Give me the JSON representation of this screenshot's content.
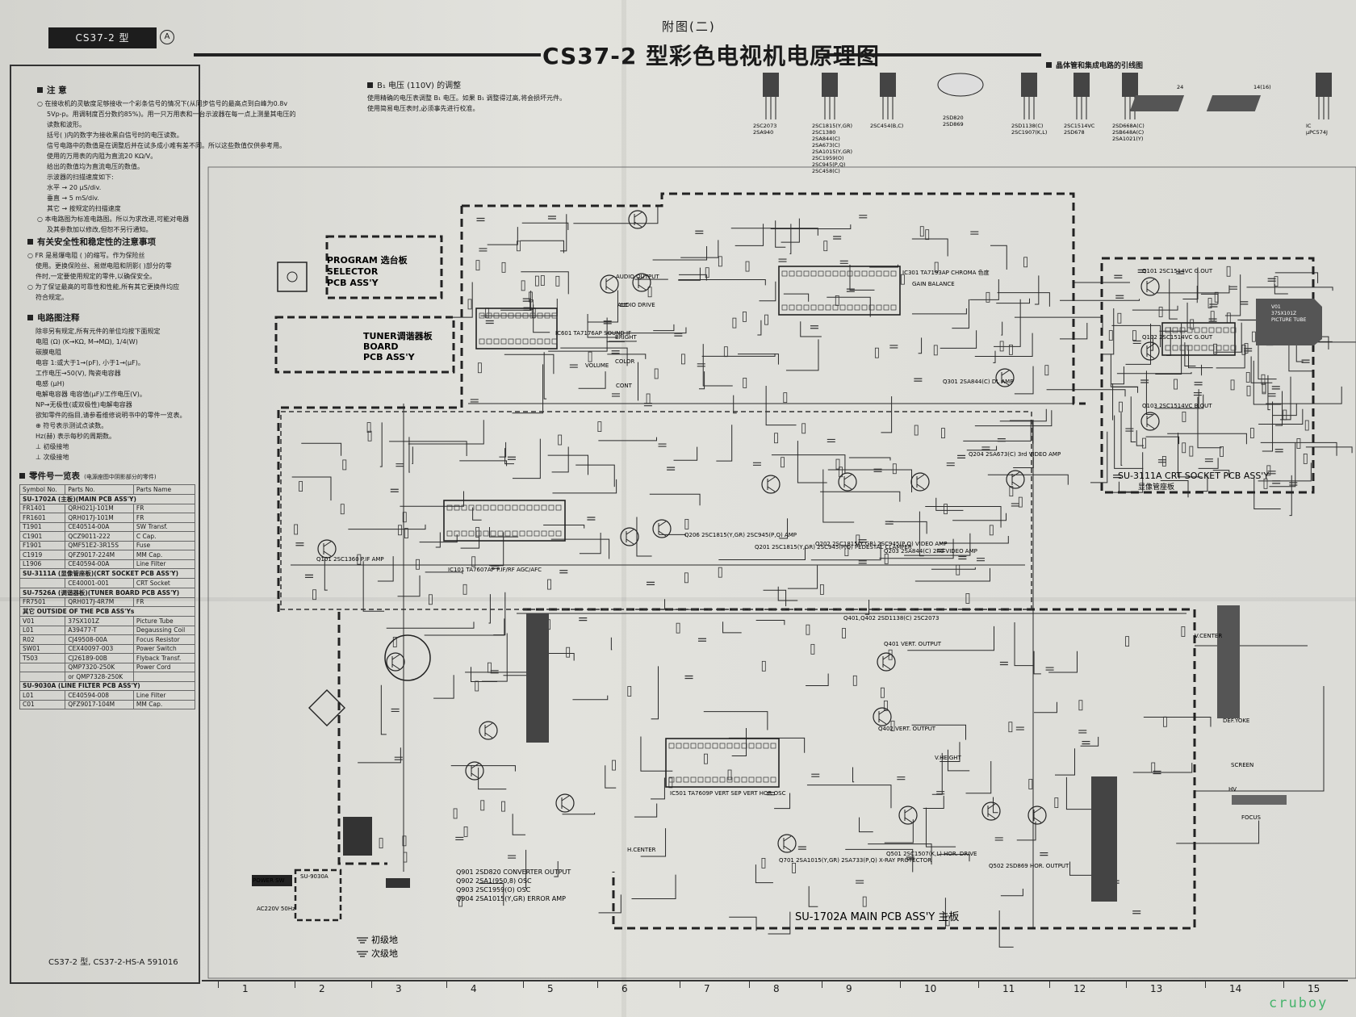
{
  "header": {
    "model_tag": "CS37-2 型",
    "model_mark": "A",
    "attachment": "附图(二)",
    "title": "CS37-2 型彩色电视机电原理图"
  },
  "notes": {
    "notice_title": "注  意",
    "notice_lines": [
      "○ 在接收机的灵敏度足够接收一个彩条信号的情况下(从同步信号的最高点到白峰为0.8v",
      "5Vp-p。用调制度百分数约85%)。用一只万用表和一台示波器在每一点上测量其电压的",
      "读数和波形。",
      "括号(  )内的数字为接收黑白信号时的电压读数。",
      "信号电路中的数值是在调整后并在试多成小难有差不同。所以这些数值仅供参考用。",
      "使用的万用表的内阻为直流20 KΩ/V。",
      "给出的数值均为直流电压的数值。",
      "示波器的扫描速度如下:",
      "水平 → 20 μS/div.",
      "垂直 → 5 mS/div.",
      "其它 → 按规定的扫描速度",
      "○ 本电路图为标准电路图。所以为求改进,可能对电器",
      "及其参数加以修改,但恕不另行通知。"
    ],
    "safety_title": "有关安全性和稳定性的注意事项",
    "safety_lines": [
      "○ FR 是易爆电阻 (    )的缩写。作为保险丝",
      "使用。更换保险丝、易燃电阻和阴影(   )部分的零",
      "件时,一定要使用规定的零件,以确保安全。",
      "○ 为了保证最高的可靠性和性能,所有其它更换件均应",
      "符合规定。"
    ],
    "circuit_title": "电路图注释",
    "circuit_lines": [
      "除非另有规定,所有元件的单位均按下面规定",
      "电阻  (Ω)  (K→KΩ, M→MΩ), 1/4(W)",
      "        碳膜电阻",
      "电容  1:或大于1→(pF), 小于1→(μF)。",
      "        工作电压→50(V), 陶瓷电容器",
      "电感  (μH)",
      "电解电容器  电容值(μF)/工作电压(V)。",
      "        NP→无极性(或双极性)电解电容器",
      "欲知零件的指目,请参看维修说明书中的零件一览表。",
      "⊕ 符号表示测试点读数。",
      "Hz(赫) 表示每秒的周期数。",
      "⊥ 初级接地",
      "⊥ 次级接地"
    ],
    "parts_title": "零件号一览表",
    "parts_subtitle": "(电源座图中阴影部分的零件)"
  },
  "parts_table": {
    "headers": [
      "Symbol No.",
      "Parts No.",
      "Parts Name"
    ],
    "groups": [
      {
        "title": "SU-1702A (主板)(MAIN PCB ASS'Y)",
        "rows": [
          [
            "FR1401",
            "QRH021J-101M",
            "FR"
          ],
          [
            "FR1601",
            "QRH017J-101M",
            "FR"
          ],
          [
            "T1901",
            "CE40514-00A",
            "SW Transf."
          ],
          [
            "C1901",
            "QCZ9011-222",
            "C Cap."
          ],
          [
            "F1901",
            "QMF51E2-3R15S",
            "Fuse"
          ],
          [
            "C1919",
            "QFZ9017-224M",
            "MM Cap."
          ],
          [
            "L1906",
            "CE40594-00A",
            "Line Filter"
          ]
        ]
      },
      {
        "title": "SU-3111A (显像管座板)(CRT SOCKET PCB ASS'Y)",
        "rows": [
          [
            "",
            "CE40001-001",
            "CRT Socket"
          ]
        ]
      },
      {
        "title": "SU-7526A (调谐器板)(TUNER BOARD PCB ASS'Y)",
        "rows": [
          [
            "FR7501",
            "QRH017J-4R7M",
            "FR"
          ]
        ]
      },
      {
        "title": "其它 OUTSIDE OF THE PCB ASS'Ys",
        "rows": [
          [
            "V01",
            "37SX101Z",
            "Picture Tube"
          ],
          [
            "L01",
            "A39477-T",
            "Degaussing Coil"
          ],
          [
            "R02",
            "CJ49508-00A",
            "Focus Resistor"
          ],
          [
            "SW01",
            "CEX40097-003",
            "Power Switch"
          ],
          [
            "T503",
            "CJ26189-00B",
            "Flyback Transf."
          ],
          [
            "",
            "QMP7320-250K",
            "Power Cord"
          ],
          [
            "",
            "or QMP7328-250K",
            ""
          ]
        ]
      },
      {
        "title": "SU-9030A (LINE FILTER PCB ASS'Y)",
        "rows": [
          [
            "L01",
            "CE40594-008",
            "Line Filter"
          ],
          [
            "C01",
            "QFZ9017-104M",
            "MM Cap."
          ]
        ]
      }
    ]
  },
  "b_voltage": {
    "title": "B₁ 电压 (110V) 的调整",
    "lines": [
      "使用精确的电压表调整 B₁ 电压。如果 B₁ 调整得过高,将会损坏元件。",
      "使用简易电压表时,必须事先进行校准。"
    ]
  },
  "transistor_pinout": {
    "title": "晶体管和集成电路的引线图",
    "packages": [
      {
        "label": "2SC2073\n2SA940"
      },
      {
        "label": "2SC1815(Y,GR)\n2SC1380\n2SA844(C)\n2SA673(C)\n2SA1015(Y,GR)\n2SC1959(O)\n2SC945(P,Q)\n2SC458(C)"
      },
      {
        "label": "2SC454(B,C)"
      },
      {
        "label": "2SD820\n2SD869"
      },
      {
        "label": "2SD1138(C)\n2SC1907(K,L)"
      },
      {
        "label": "2SC1514VC\n2SD678"
      },
      {
        "label": "2SD668A(C)\n2SB648A(C)\n2SA1021(Y)"
      },
      {
        "label": "24"
      },
      {
        "label": "14(16)"
      },
      {
        "label": "IC\nμPC574J"
      }
    ]
  },
  "schematic": {
    "blocks": {
      "program_selector": "PROGRAM 选台板\nSELECTOR\nPCB ASS'Y",
      "tuner_board": "TUNER调谐器板\nBOARD\nPCB ASS'Y",
      "crt_socket": "SU-3111A CRT SOCKET PCB ASS'Y",
      "crt_socket_cn": "显像管座板",
      "main_pcb": "SU-1702A    MAIN PCB ASS'Y 主板",
      "line_filter": "SU-9030A",
      "picture_tube": "V01\n37SX101Z\nPICTURE TUBE"
    },
    "labels": [
      "IC601 TA7176AP SOUND IF",
      "IC301 TA7193AP CHROMA 色度",
      "IC101 TA7607AP P.IF/RF AGC/AFC",
      "IC501 TA7609P VERT SEP VERT HOR OSC",
      "Q101 2SC1360 P.IF AMP",
      "Q201 2SC1815(Y,GR) 2SC945(P,Q) PEDESTAL CLAMPER",
      "Q202 2SC1815(Y,GR) 2SC945(P,Q) VIDEO AMP",
      "Q203 2SA844(C) 2nd VIDEO AMP",
      "Q204 2SA673(C) 3rd VIDEO AMP",
      "Q206 2SC1815(Y,GR) 2SC945(P,Q) AMP",
      "Q301 2SA844(C) DL AMP",
      "Q401,Q402 2SD1138(C) 2SC2073",
      "Q401 VERT. OUTPUT",
      "Q402 VERT. OUTPUT",
      "Q501 2SC1507(K,L) HOR. DRIVE",
      "Q502 2SD869 HOR. OUTPUT",
      "Q701 2SA1015(Y,GR) 2SA733(P,Q) X-RAY PROTECTOR",
      "Q101 2SC1514VC G.OUT",
      "Q102 2SC1514VC G.OUT",
      "Q103 2SC1514VC B.OUT",
      "GAIN BALANCE",
      "AUDIO DRIVE",
      "AUDIO OUTPUT",
      "BRIGHT",
      "COLOR",
      "CONT",
      "VOLUME",
      "H.CENTER",
      "V.CENTER",
      "V.HEIGHT",
      "SCREEN",
      "FOCUS",
      "DEF.YOKE",
      "HV",
      "AC220V 50Hz",
      "POWER SW"
    ],
    "converter_legend": [
      "Q901  2SD820  CONVERTER OUTPUT",
      "Q902  2SA1(950,8)  OSC",
      "Q903  2SC1959(O)  OSC",
      "Q904  2SA1015(Y,GR)  ERROR AMP"
    ],
    "ground_legend": [
      "初级地",
      "次级地"
    ]
  },
  "footer": {
    "models": "CS37-2 型,  CS37-2-HS-A   591016",
    "ruler": [
      "1",
      "2",
      "3",
      "4",
      "5",
      "6",
      "7",
      "8",
      "9",
      "10",
      "11",
      "12",
      "13",
      "14",
      "15"
    ],
    "watermark": "cruboy"
  }
}
